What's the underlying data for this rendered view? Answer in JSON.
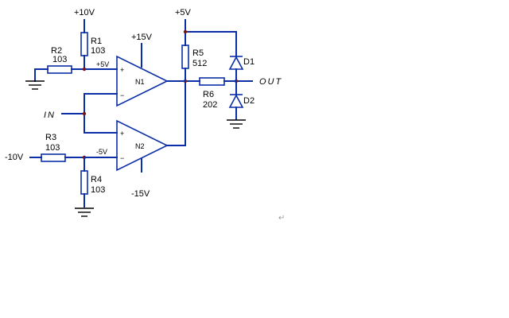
{
  "supplies": {
    "r1_top": "+10V",
    "rail_top": "+5V",
    "r3_left": "-10V",
    "n1_vplus": "+15V",
    "n2_vminus": "-15V"
  },
  "nodes": {
    "n1_noninv": "+5V",
    "n2_inv": "-5V",
    "input": "IN",
    "output": "OUT"
  },
  "opamps": {
    "n1": "N1",
    "n2": "N2",
    "plus": "+",
    "minus": "−"
  },
  "resistors": {
    "r1": {
      "ref": "R1",
      "value": "103"
    },
    "r2": {
      "ref": "R2",
      "value": "103"
    },
    "r3": {
      "ref": "R3",
      "value": "103"
    },
    "r4": {
      "ref": "R4",
      "value": "103"
    },
    "r5": {
      "ref": "R5",
      "value": "512"
    },
    "r6": {
      "ref": "R6",
      "value": "202"
    }
  },
  "diodes": {
    "d1": "D1",
    "d2": "D2"
  },
  "paragraph_mark": "↵"
}
